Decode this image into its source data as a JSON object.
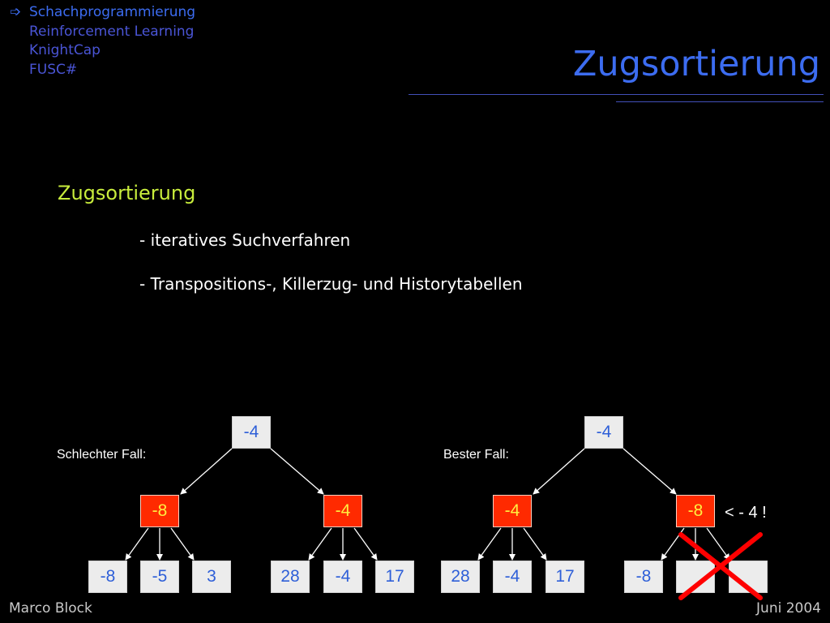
{
  "nav": {
    "items": [
      {
        "label": "Schachprogrammierung",
        "active": true
      },
      {
        "label": "Reinforcement Learning",
        "active": false
      },
      {
        "label": "KnightCap",
        "active": false
      },
      {
        "label": "FUSC#",
        "active": false
      }
    ]
  },
  "slide": {
    "title": "Zugsortierung",
    "heading": "Zugsortierung",
    "bullets": [
      "- iteratives Suchverfahren",
      "- Transpositions-, Killerzug- und Historytabellen"
    ]
  },
  "diagram": {
    "left": {
      "caption": "Schlechter Fall:",
      "root": "-4",
      "min_nodes": [
        "-8",
        "-4"
      ],
      "leaves": [
        "-8",
        "-5",
        "3",
        "28",
        "-4",
        "17"
      ]
    },
    "right": {
      "caption": "Bester Fall:",
      "root": "-4",
      "min_nodes": [
        "-4",
        "-8"
      ],
      "leaves": [
        "28",
        "-4",
        "17",
        "-8",
        "",
        ""
      ],
      "cutoff_note": "< - 4 !"
    }
  },
  "footer": {
    "author": "Marco Block",
    "date": "Juni 2004"
  },
  "colors": {
    "background": "#000000",
    "title_blue": "#3c6cf0",
    "heading_green": "#c8ec3c",
    "min_node": "#ff2a00",
    "leaf_node": "#ececec",
    "cutoff_cross": "#ff0000"
  }
}
